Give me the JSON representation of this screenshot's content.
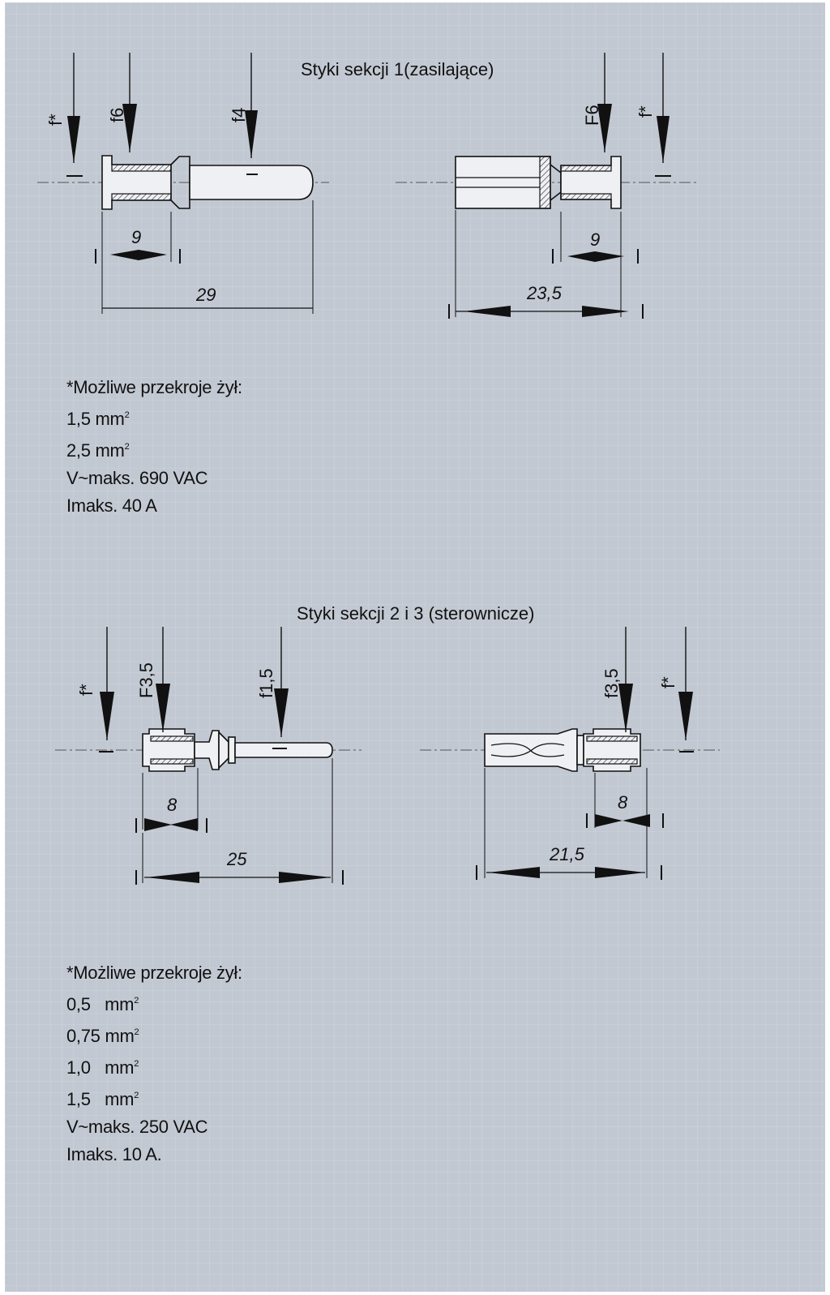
{
  "section1": {
    "title": "Styki sekcji 1(zasilające)",
    "left_contact": {
      "labels": {
        "wire": "f*",
        "crimp": "f6",
        "pin": "f4"
      },
      "dims": {
        "crimp_length": "9",
        "overall_length": "29"
      }
    },
    "right_contact": {
      "labels": {
        "crimp": "F6",
        "wire": "f*"
      },
      "dims": {
        "crimp_length": "9",
        "overall_length": "23,5"
      }
    },
    "notes": {
      "heading": "*Możliwe przekroje żył:",
      "sizes": [
        {
          "value": "1,5",
          "unit": "mm",
          "exp": "2"
        },
        {
          "value": "2,5",
          "unit": "mm",
          "exp": "2"
        }
      ],
      "voltage": "V~maks. 690 VAC",
      "current": "Imaks. 40 A"
    }
  },
  "section2": {
    "title": "Styki sekcji 2 i 3 (sterownicze)",
    "left_contact": {
      "labels": {
        "wire": "f*",
        "crimp": "F3,5",
        "pin": "f1,5"
      },
      "dims": {
        "crimp_length": "8",
        "overall_length": "25"
      }
    },
    "right_contact": {
      "labels": {
        "crimp": "f3,5",
        "wire": "f*"
      },
      "dims": {
        "crimp_length": "8",
        "overall_length": "21,5"
      }
    },
    "notes": {
      "heading": "*Możliwe przekroje żył:",
      "sizes": [
        {
          "value": "0,5",
          "unit": "mm",
          "exp": "2"
        },
        {
          "value": "0,75",
          "unit": "mm",
          "exp": "2"
        },
        {
          "value": "1,0",
          "unit": "mm",
          "exp": "2"
        },
        {
          "value": "1,5",
          "unit": "mm",
          "exp": "2"
        }
      ],
      "voltage": "V~maks. 250 VAC",
      "current": "Imaks. 10 A."
    }
  },
  "colors": {
    "background": "#c2c8d2",
    "ink": "#111111"
  }
}
